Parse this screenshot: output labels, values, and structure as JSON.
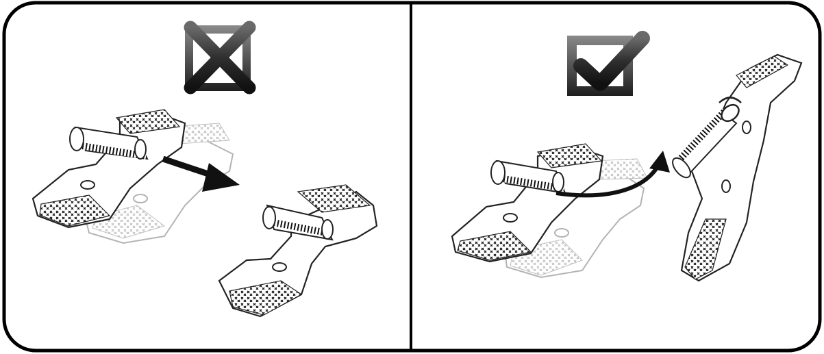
{
  "panels": [
    {
      "id": "left",
      "verdict": "incorrect",
      "verdict_icon": "x-mark-icon",
      "illustration": "sliding-pads-apart"
    },
    {
      "id": "right",
      "verdict": "correct",
      "verdict_icon": "check-mark-icon",
      "illustration": "lifting-pad-up"
    }
  ],
  "colors": {
    "frame": "#000000",
    "background": "#ffffff",
    "icon_dark": "#2b2b2b",
    "icon_mid": "#555555",
    "sketch_line": "#222222",
    "sketch_faint": "#9a9a9a"
  }
}
